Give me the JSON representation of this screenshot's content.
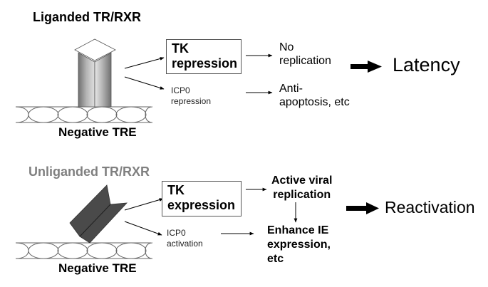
{
  "top_panel": {
    "title": "Liganded TR/RXR",
    "element_label": "Negative TRE",
    "tk_box": {
      "line1": "TK",
      "line2": "repression"
    },
    "icp0": {
      "line1": "ICP0",
      "line2": "repression"
    },
    "outcome1": {
      "line1": "No",
      "line2": "replication"
    },
    "outcome2": {
      "line1": "Anti-",
      "line2": "apoptosis, etc"
    },
    "result": "Latency"
  },
  "bottom_panel": {
    "title": "Unliganded TR/RXR",
    "element_label": "Negative TRE",
    "tk_box": {
      "line1": "TK",
      "line2": "expression"
    },
    "icp0": {
      "line1": "ICP0",
      "line2": "activation"
    },
    "outcome1": {
      "line1": "Active viral",
      "line2": "replication"
    },
    "outcome2": {
      "line1": "Enhance IE",
      "line2": "expression,",
      "line3": "etc"
    },
    "result": "Reactivation"
  },
  "colors": {
    "title_grey": "#808080",
    "receptor_dark": "#4a4a4a",
    "pillar_light": "#d8d8d8",
    "pillar_dark": "#8a8a8a"
  }
}
